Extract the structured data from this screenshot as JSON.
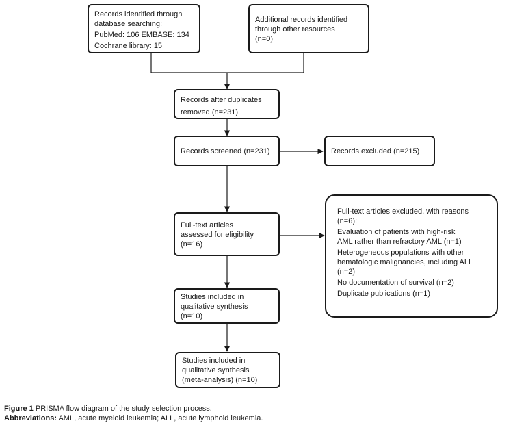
{
  "boxes": {
    "identified_db": {
      "lines": [
        "Records identified through",
        "database searching:",
        "PubMed: 106 EMBASE: 134",
        "Cochrane library: 15"
      ]
    },
    "identified_other": {
      "lines": [
        "Additional records identified",
        "through other resources",
        "(n=0)"
      ]
    },
    "after_duplicates": {
      "lines": [
        "Records after duplicates",
        "removed (n=231)"
      ]
    },
    "screened": {
      "lines": [
        "Records screened (n=231)"
      ]
    },
    "excluded": {
      "lines": [
        "Records excluded (n=215)"
      ]
    },
    "fulltext": {
      "lines": [
        "Full-text articles",
        "assessed for eligibility",
        "(n=16)"
      ]
    },
    "fulltext_excluded": {
      "lines": [
        "Full-text articles excluded, with reasons",
        "(n=6):",
        "Evaluation of patients with high-risk",
        "AML rather than refractory AML (n=1)",
        "Heterogeneous populations with other",
        "hematologic malignancies, including ALL",
        "(n=2)",
        "No documentation of survival (n=2)",
        "Duplicate publications (n=1)"
      ]
    },
    "qualitative": {
      "lines": [
        "Studies included in",
        "qualitative synthesis",
        "(n=10)"
      ]
    },
    "meta": {
      "lines": [
        "Studies included in",
        "qualitative synthesis",
        "(meta-analysis) (n=10)"
      ]
    }
  },
  "caption": {
    "figure_label": "Figure 1",
    "figure_text": "PRISMA flow diagram of the study selection process.",
    "abbrev_label": "Abbreviations:",
    "abbrev_text": "AML, acute myeloid leukemia; ALL, acute lymphoid leukemia."
  },
  "colors": {
    "stroke": "#1a1a1a",
    "background": "#ffffff"
  }
}
